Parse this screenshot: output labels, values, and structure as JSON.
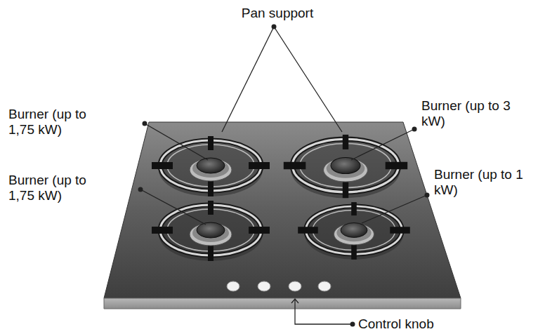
{
  "diagram": {
    "labels": [
      "Pan support",
      "Burner (up to 1,75 kW)",
      "Burner (up to 1,75 kW)",
      "Burner (up to 3 kW)",
      "Burner (up to 1 kW)",
      "Control knob"
    ]
  }
}
